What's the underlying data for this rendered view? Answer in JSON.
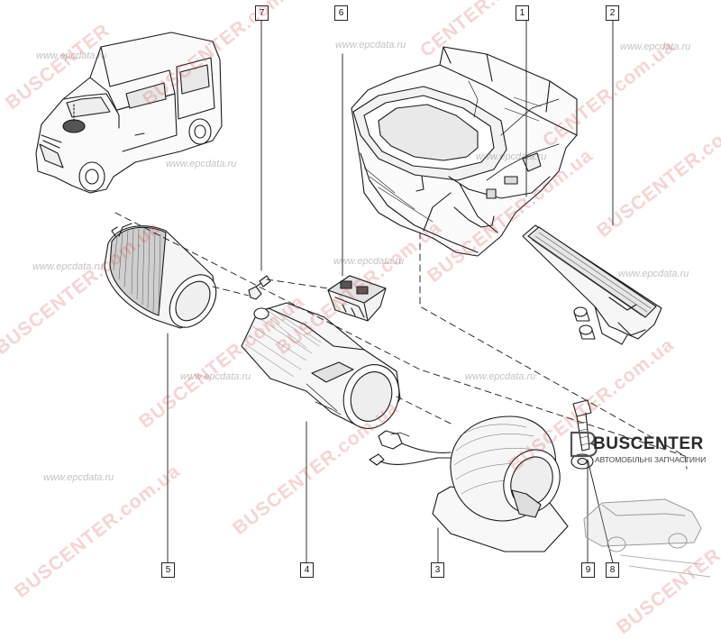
{
  "diagram": {
    "callouts": [
      {
        "id": "1",
        "label": "1"
      },
      {
        "id": "2",
        "label": "2"
      },
      {
        "id": "3",
        "label": "3"
      },
      {
        "id": "4",
        "label": "4"
      },
      {
        "id": "5",
        "label": "5"
      },
      {
        "id": "6",
        "label": "6"
      },
      {
        "id": "7",
        "label": "7"
      },
      {
        "id": "8",
        "label": "8"
      },
      {
        "id": "9",
        "label": "9"
      }
    ]
  },
  "watermarks": {
    "busc_a": "BUSCENTER",
    "busc_b": "BUSCENTER.com.ua",
    "busc_c": "CENTER.com.ua",
    "busc_d": "BUSCENTER.com.ua",
    "busc_e": "BUSCENTER.com.ua",
    "busc_f": "BUSCENTER.com.ua",
    "busc_g": "BUSCENTER.com.ua",
    "busc_h": "BUSCENTER.com.ua",
    "busc_i": "BUSCENTER.com.ua",
    "busc_j": "BUSCENTER.com.ua",
    "busc_k": "BUSCENTER.com.ua",
    "busc_l": "BUSCENTER.com.ua",
    "busc_m": "CENTER.com.ua",
    "epc_a": "www.epcdata.ru",
    "epc_b": "www.epcdata.ru",
    "epc_c": "www.epcdata.ru",
    "epc_d": "www.epcdata.ru",
    "epc_e": "www.epcdata.ru",
    "epc_f": "www.epcdata.ru",
    "epc_g": "www.epcdata.ru",
    "epc_h": "www.epcdata.ru",
    "epc_i": "www.epcdata.ru",
    "epc_j": "www.epcdata.ru",
    "epc_k": "www.epcdata.ru"
  },
  "brand": {
    "name": "BUSCENTER",
    "tagline": "АВТОМОБІЛЬНІ ЗАПЧАСТИНИ"
  },
  "colors": {
    "line": "#1a1a1a",
    "watermark_red": "#d73c3c",
    "watermark_gray": "#787878",
    "brand_text": "#2a2a2a"
  }
}
